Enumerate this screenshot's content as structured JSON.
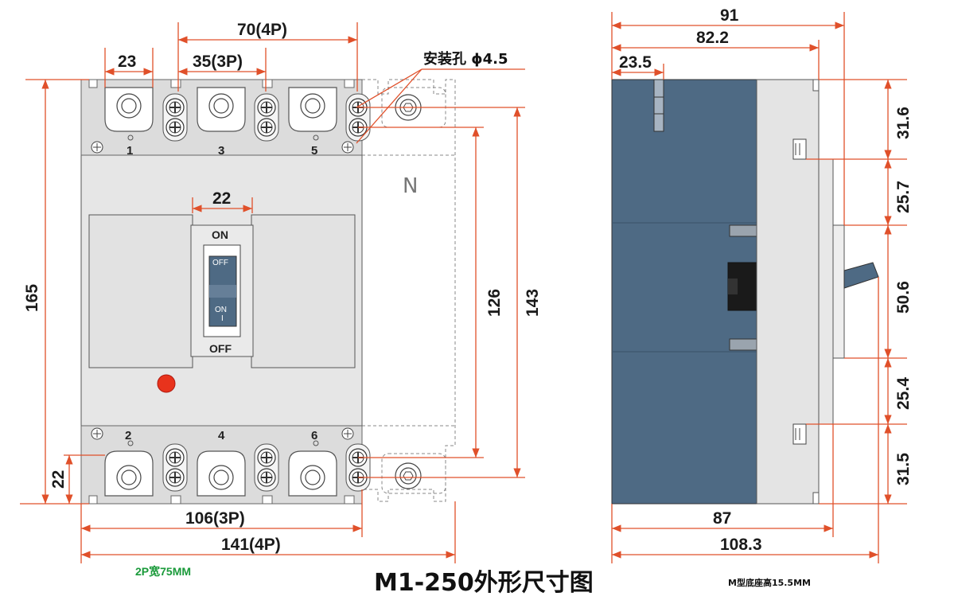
{
  "caption": "M1-250外形尺寸图",
  "notes": {
    "left": "2P宽75MM",
    "right": "M型底座高15.5MM"
  },
  "mounting_hole_label": "安装孔 ϕ4.5",
  "neutral_label": "N",
  "terminals_top": [
    "1",
    "3",
    "5"
  ],
  "terminals_bottom": [
    "2",
    "4",
    "6"
  ],
  "switch": {
    "top_label": "ON",
    "bottom_label": "OFF",
    "handle_top": "OFF",
    "handle_bottom_1": "ON",
    "handle_bottom_2": "I"
  },
  "front_dims": {
    "d23": "23",
    "d35": "35(3P)",
    "d70": "70(4P)",
    "d22_handle": "22",
    "d165": "165",
    "d22_bottom": "22",
    "d126": "126",
    "d143": "143",
    "d106": "106(3P)",
    "d141": "141(4P)"
  },
  "side_dims": {
    "d91": "91",
    "d82": "82.2",
    "d23_5": "23.5",
    "d87": "87",
    "d108": "108.3",
    "v31_6": "31.6",
    "v25_7": "25.7",
    "v50_6": "50.6",
    "v25_4": "25.4",
    "v31_5": "31.5"
  },
  "colors": {
    "dimension_line": "#e0502a",
    "side_body": "#4e6a84",
    "indicator": "#e8331c",
    "note_green": "#1a9a3a"
  }
}
